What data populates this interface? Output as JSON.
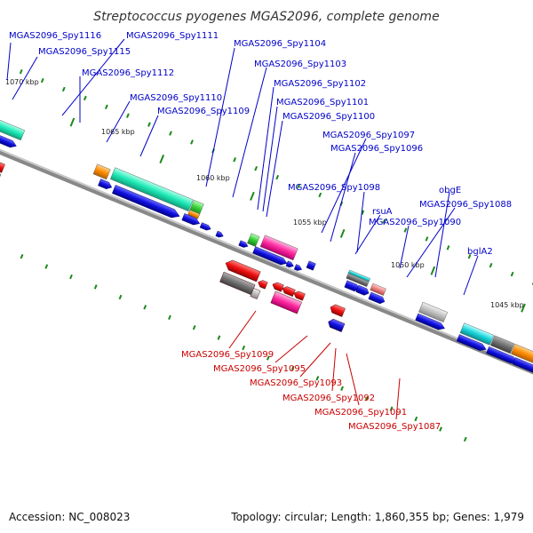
{
  "title": "Streptococcus pyogenes MGAS2096, complete genome",
  "footer": {
    "accession": "Accession: NC_008023",
    "summary": "Topology: circular; Length: 1,860,355 bp; Genes: 1,979"
  },
  "ticks": [
    "1070 kbp",
    "1065 kbp",
    "1060 kbp",
    "1055 kbp",
    "1050 kbp",
    "1045 kbp"
  ],
  "labels_top": [
    "MGAS2096_Spy1116",
    "MGAS2096_Spy1111",
    "MGAS2096_Spy1115",
    "MGAS2096_Spy1104",
    "MGAS2096_Spy1112",
    "MGAS2096_Spy1103",
    "MGAS2096_Spy1102",
    "MGAS2096_Spy1110",
    "MGAS2096_Spy1101",
    "MGAS2096_Spy1109",
    "MGAS2096_Spy1100",
    "MGAS2096_Spy1097",
    "MGAS2096_Spy1096",
    "MGAS2096_Spy1098",
    "obgE",
    "MGAS2096_Spy1088",
    "rsuA",
    "MGAS2096_Spy1090",
    "bglA2"
  ],
  "labels_bottom": [
    "MGAS2096_Spy1099",
    "MGAS2096_Spy1095",
    "MGAS2096_Spy1093",
    "MGAS2096_Spy1092",
    "MGAS2096_Spy1091",
    "MGAS2096_Spy1087"
  ],
  "colors": {
    "forward_gene": "#1010e0",
    "reverse_gene": "#ee1111",
    "backbone": "#888888",
    "tick_mark": "#1a8a1a",
    "cds_palette": [
      "#1de9b6",
      "#ff8c00",
      "#ff33aa",
      "#5f9ea0",
      "#a9a9a9",
      "#808080",
      "#33cc33",
      "#f08080",
      "#00ced1"
    ]
  }
}
